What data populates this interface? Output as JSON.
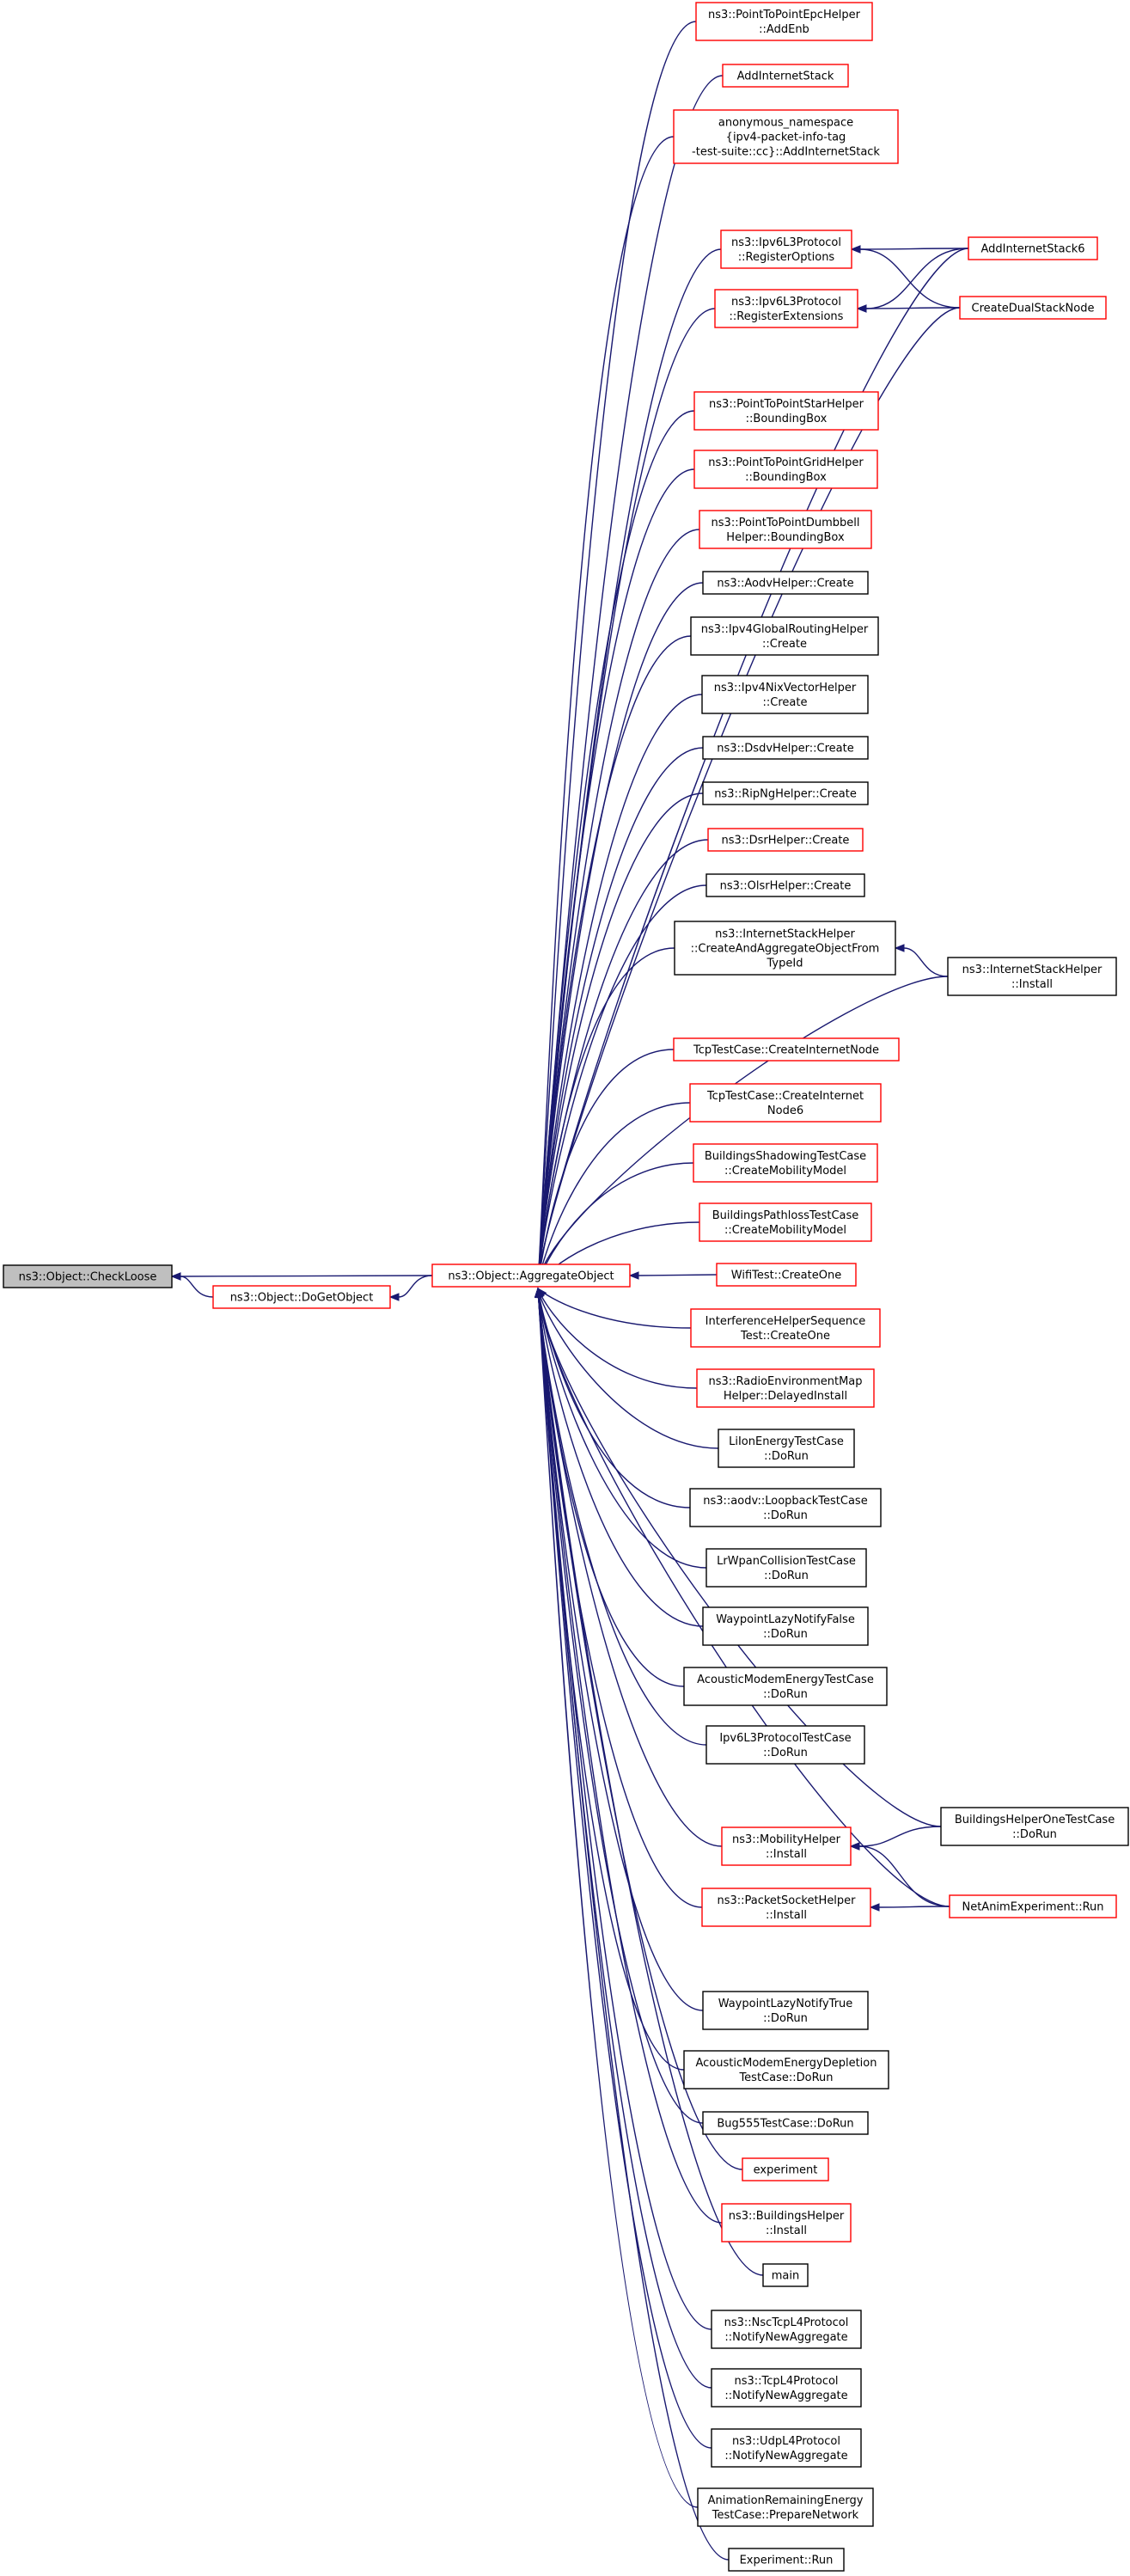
{
  "colors": {
    "edge": "#191970",
    "border_red": "#ff0000",
    "border_black": "#000000",
    "focus_fill": "#bfbfbf",
    "node_fill": "#ffffff"
  },
  "nodes": [
    {
      "id": "checkloose",
      "lines": [
        "ns3::Object::CheckLoose"
      ],
      "border": "black",
      "focus": true
    },
    {
      "id": "dogetobject",
      "lines": [
        "ns3::Object::DoGetObject"
      ],
      "border": "red"
    },
    {
      "id": "aggregate",
      "lines": [
        "ns3::Object::AggregateObject"
      ],
      "border": "red"
    },
    {
      "id": "n1",
      "lines": [
        "ns3::PointToPointEpcHelper",
        "::AddEnb"
      ],
      "border": "red"
    },
    {
      "id": "n2",
      "lines": [
        "AddInternetStack"
      ],
      "border": "red"
    },
    {
      "id": "n3",
      "lines": [
        "anonymous_namespace",
        "{ipv4-packet-info-tag",
        "-test-suite::cc}::AddInternetStack"
      ],
      "border": "red"
    },
    {
      "id": "n4",
      "lines": [
        "ns3::Ipv6L3Protocol",
        "::RegisterOptions"
      ],
      "border": "red"
    },
    {
      "id": "n5",
      "lines": [
        "ns3::Ipv6L3Protocol",
        "::RegisterExtensions"
      ],
      "border": "red"
    },
    {
      "id": "r1",
      "lines": [
        "AddInternetStack6"
      ],
      "border": "red"
    },
    {
      "id": "r2",
      "lines": [
        "CreateDualStackNode"
      ],
      "border": "red"
    },
    {
      "id": "n6",
      "lines": [
        "ns3::PointToPointStarHelper",
        "::BoundingBox"
      ],
      "border": "red"
    },
    {
      "id": "n7",
      "lines": [
        "ns3::PointToPointGridHelper",
        "::BoundingBox"
      ],
      "border": "red"
    },
    {
      "id": "n8",
      "lines": [
        "ns3::PointToPointDumbbell",
        "Helper::BoundingBox"
      ],
      "border": "red"
    },
    {
      "id": "n9",
      "lines": [
        "ns3::AodvHelper::Create"
      ],
      "border": "black"
    },
    {
      "id": "n10",
      "lines": [
        "ns3::Ipv4GlobalRoutingHelper",
        "::Create"
      ],
      "border": "black"
    },
    {
      "id": "n11",
      "lines": [
        "ns3::Ipv4NixVectorHelper",
        "::Create"
      ],
      "border": "black"
    },
    {
      "id": "n12",
      "lines": [
        "ns3::DsdvHelper::Create"
      ],
      "border": "black"
    },
    {
      "id": "n13",
      "lines": [
        "ns3::RipNgHelper::Create"
      ],
      "border": "black"
    },
    {
      "id": "n14",
      "lines": [
        "ns3::DsrHelper::Create"
      ],
      "border": "red"
    },
    {
      "id": "n15",
      "lines": [
        "ns3::OlsrHelper::Create"
      ],
      "border": "black"
    },
    {
      "id": "n16",
      "lines": [
        "ns3::InternetStackHelper",
        "::CreateAndAggregateObjectFrom",
        "TypeId"
      ],
      "border": "black"
    },
    {
      "id": "r3",
      "lines": [
        "ns3::InternetStackHelper",
        "::Install"
      ],
      "border": "black"
    },
    {
      "id": "n17",
      "lines": [
        "TcpTestCase::CreateInternetNode"
      ],
      "border": "red"
    },
    {
      "id": "n18",
      "lines": [
        "TcpTestCase::CreateInternet",
        "Node6"
      ],
      "border": "red"
    },
    {
      "id": "n19",
      "lines": [
        "BuildingsShadowingTestCase",
        "::CreateMobilityModel"
      ],
      "border": "red"
    },
    {
      "id": "n20",
      "lines": [
        "BuildingsPathlossTestCase",
        "::CreateMobilityModel"
      ],
      "border": "red"
    },
    {
      "id": "n21",
      "lines": [
        "WifiTest::CreateOne"
      ],
      "border": "red"
    },
    {
      "id": "n22",
      "lines": [
        "InterferenceHelperSequence",
        "Test::CreateOne"
      ],
      "border": "red"
    },
    {
      "id": "n23",
      "lines": [
        "ns3::RadioEnvironmentMap",
        "Helper::DelayedInstall"
      ],
      "border": "red"
    },
    {
      "id": "n24",
      "lines": [
        "LiIonEnergyTestCase",
        "::DoRun"
      ],
      "border": "black"
    },
    {
      "id": "n25",
      "lines": [
        "ns3::aodv::LoopbackTestCase",
        "::DoRun"
      ],
      "border": "black"
    },
    {
      "id": "n26",
      "lines": [
        "LrWpanCollisionTestCase",
        "::DoRun"
      ],
      "border": "black"
    },
    {
      "id": "n27",
      "lines": [
        "WaypointLazyNotifyFalse",
        "::DoRun"
      ],
      "border": "black"
    },
    {
      "id": "n28",
      "lines": [
        "AcousticModemEnergyTestCase",
        "::DoRun"
      ],
      "border": "black"
    },
    {
      "id": "n29",
      "lines": [
        "Ipv6L3ProtocolTestCase",
        "::DoRun"
      ],
      "border": "black"
    },
    {
      "id": "r4",
      "lines": [
        "BuildingsHelperOneTestCase",
        "::DoRun"
      ],
      "border": "black"
    },
    {
      "id": "n30",
      "lines": [
        "ns3::MobilityHelper",
        "::Install"
      ],
      "border": "red"
    },
    {
      "id": "n31",
      "lines": [
        "ns3::PacketSocketHelper",
        "::Install"
      ],
      "border": "red"
    },
    {
      "id": "r5",
      "lines": [
        "NetAnimExperiment::Run"
      ],
      "border": "red"
    },
    {
      "id": "n32",
      "lines": [
        "WaypointLazyNotifyTrue",
        "::DoRun"
      ],
      "border": "black"
    },
    {
      "id": "n33",
      "lines": [
        "AcousticModemEnergyDepletion",
        "TestCase::DoRun"
      ],
      "border": "black"
    },
    {
      "id": "n34",
      "lines": [
        "Bug555TestCase::DoRun"
      ],
      "border": "black"
    },
    {
      "id": "n35",
      "lines": [
        "experiment"
      ],
      "border": "red"
    },
    {
      "id": "n36",
      "lines": [
        "ns3::BuildingsHelper",
        "::Install"
      ],
      "border": "red"
    },
    {
      "id": "n37",
      "lines": [
        "main"
      ],
      "border": "black"
    },
    {
      "id": "n38",
      "lines": [
        "ns3::NscTcpL4Protocol",
        "::NotifyNewAggregate"
      ],
      "border": "black"
    },
    {
      "id": "n39",
      "lines": [
        "ns3::TcpL4Protocol",
        "::NotifyNewAggregate"
      ],
      "border": "black"
    },
    {
      "id": "n40",
      "lines": [
        "ns3::UdpL4Protocol",
        "::NotifyNewAggregate"
      ],
      "border": "black"
    },
    {
      "id": "n41",
      "lines": [
        "AnimationRemainingEnergy",
        "TestCase::PrepareNetwork"
      ],
      "border": "black"
    },
    {
      "id": "n42",
      "lines": [
        "Experiment::Run"
      ],
      "border": "black"
    }
  ],
  "edges": [
    [
      "checkloose",
      "dogetobject"
    ],
    [
      "checkloose",
      "aggregate"
    ],
    [
      "dogetobject",
      "aggregate"
    ],
    [
      "aggregate",
      "n1"
    ],
    [
      "aggregate",
      "n2"
    ],
    [
      "aggregate",
      "n3"
    ],
    [
      "aggregate",
      "n4"
    ],
    [
      "aggregate",
      "n5"
    ],
    [
      "aggregate",
      "r1"
    ],
    [
      "aggregate",
      "r2"
    ],
    [
      "n4",
      "r1"
    ],
    [
      "n4",
      "r2"
    ],
    [
      "n5",
      "r1"
    ],
    [
      "n5",
      "r2"
    ],
    [
      "aggregate",
      "n6"
    ],
    [
      "aggregate",
      "n7"
    ],
    [
      "aggregate",
      "n8"
    ],
    [
      "aggregate",
      "n9"
    ],
    [
      "aggregate",
      "n10"
    ],
    [
      "aggregate",
      "n11"
    ],
    [
      "aggregate",
      "n12"
    ],
    [
      "aggregate",
      "n13"
    ],
    [
      "aggregate",
      "n14"
    ],
    [
      "aggregate",
      "n15"
    ],
    [
      "aggregate",
      "n16"
    ],
    [
      "aggregate",
      "r3"
    ],
    [
      "n16",
      "r3"
    ],
    [
      "aggregate",
      "n17"
    ],
    [
      "aggregate",
      "n18"
    ],
    [
      "aggregate",
      "n19"
    ],
    [
      "aggregate",
      "n20"
    ],
    [
      "aggregate",
      "n21"
    ],
    [
      "aggregate",
      "n22"
    ],
    [
      "aggregate",
      "n23"
    ],
    [
      "aggregate",
      "n24"
    ],
    [
      "aggregate",
      "n25"
    ],
    [
      "aggregate",
      "n26"
    ],
    [
      "aggregate",
      "n27"
    ],
    [
      "aggregate",
      "n28"
    ],
    [
      "aggregate",
      "n29"
    ],
    [
      "aggregate",
      "r4"
    ],
    [
      "aggregate",
      "n30"
    ],
    [
      "n30",
      "r4"
    ],
    [
      "aggregate",
      "n31"
    ],
    [
      "n30",
      "r5"
    ],
    [
      "n31",
      "r5"
    ],
    [
      "aggregate",
      "r5"
    ],
    [
      "aggregate",
      "n32"
    ],
    [
      "aggregate",
      "n33"
    ],
    [
      "aggregate",
      "n34"
    ],
    [
      "aggregate",
      "n35"
    ],
    [
      "aggregate",
      "n36"
    ],
    [
      "aggregate",
      "n37"
    ],
    [
      "aggregate",
      "n38"
    ],
    [
      "aggregate",
      "n39"
    ],
    [
      "aggregate",
      "n40"
    ],
    [
      "aggregate",
      "n41"
    ],
    [
      "aggregate",
      "n42"
    ]
  ]
}
